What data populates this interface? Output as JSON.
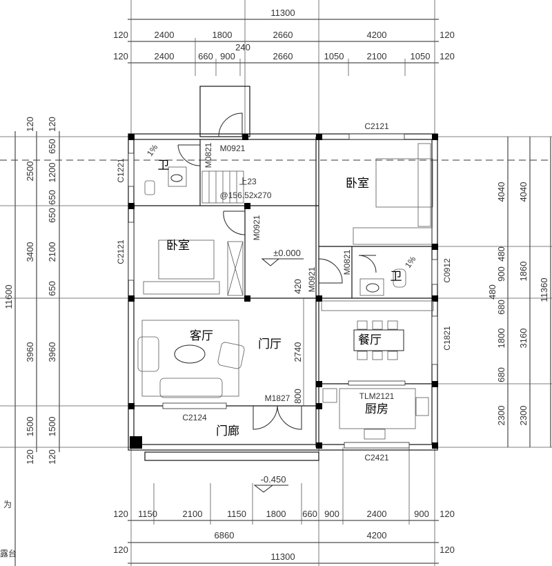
{
  "rooms": {
    "bath_left": "卫",
    "bedroom_left": "卧室",
    "living": "客厅",
    "foyer": "门厅",
    "porch": "门廊",
    "bedroom_right": "卧室",
    "bath_right": "卫",
    "dining": "餐厅",
    "kitchen": "厨房"
  },
  "openings": {
    "m0921_top": "M0921",
    "m0821_left": "M0821",
    "c1221": "C1221",
    "c2121_left": "C2121",
    "m0921_bedroom": "M0921",
    "c2121_top": "C2121",
    "m0821_right": "M0821",
    "m0921_right": "M0921",
    "c0912": "C0912",
    "c1821": "C1821",
    "tlm2121": "TLM2121",
    "c2421": "C2421",
    "c2124": "C2124",
    "m1827": "M1827"
  },
  "stair": {
    "steps": "上23",
    "spec": "@156.52x270"
  },
  "elevations": {
    "floor": "±0.000",
    "porch": "-0.450"
  },
  "slopes": [
    "1%",
    "1%"
  ],
  "dimensions": {
    "top_total": "11300",
    "top_row1": [
      "120",
      "2400",
      "1800",
      "2660",
      "4200",
      "120"
    ],
    "top_row2": [
      "120",
      "2400",
      "660",
      "900",
      "240",
      "2660",
      "1050",
      "2100",
      "1050",
      "120"
    ],
    "left_total": "11600",
    "left_col2": [
      "120",
      "2500",
      "3400",
      "3960",
      "1500",
      "120"
    ],
    "left_col3": [
      "120",
      "650",
      "1200",
      "650",
      "650",
      "2100",
      "650",
      "3960",
      "1500",
      "120"
    ],
    "right_col1": [
      "4040",
      "480",
      "900",
      "480",
      "680",
      "1800",
      "680",
      "2300"
    ],
    "right_col2": [
      "4040",
      "1860",
      "3160",
      "2300"
    ],
    "right_total": "11360",
    "inner": [
      "420",
      "2740",
      "800"
    ],
    "bottom_row1": [
      "120",
      "1150",
      "2100",
      "1150",
      "1800",
      "660",
      "900",
      "2400",
      "900",
      "120"
    ],
    "bottom_row2": [
      "6860",
      "4200"
    ],
    "bottom_row3": [
      "120",
      "11300"
    ]
  },
  "side_notes": [
    "为",
    "露台"
  ]
}
